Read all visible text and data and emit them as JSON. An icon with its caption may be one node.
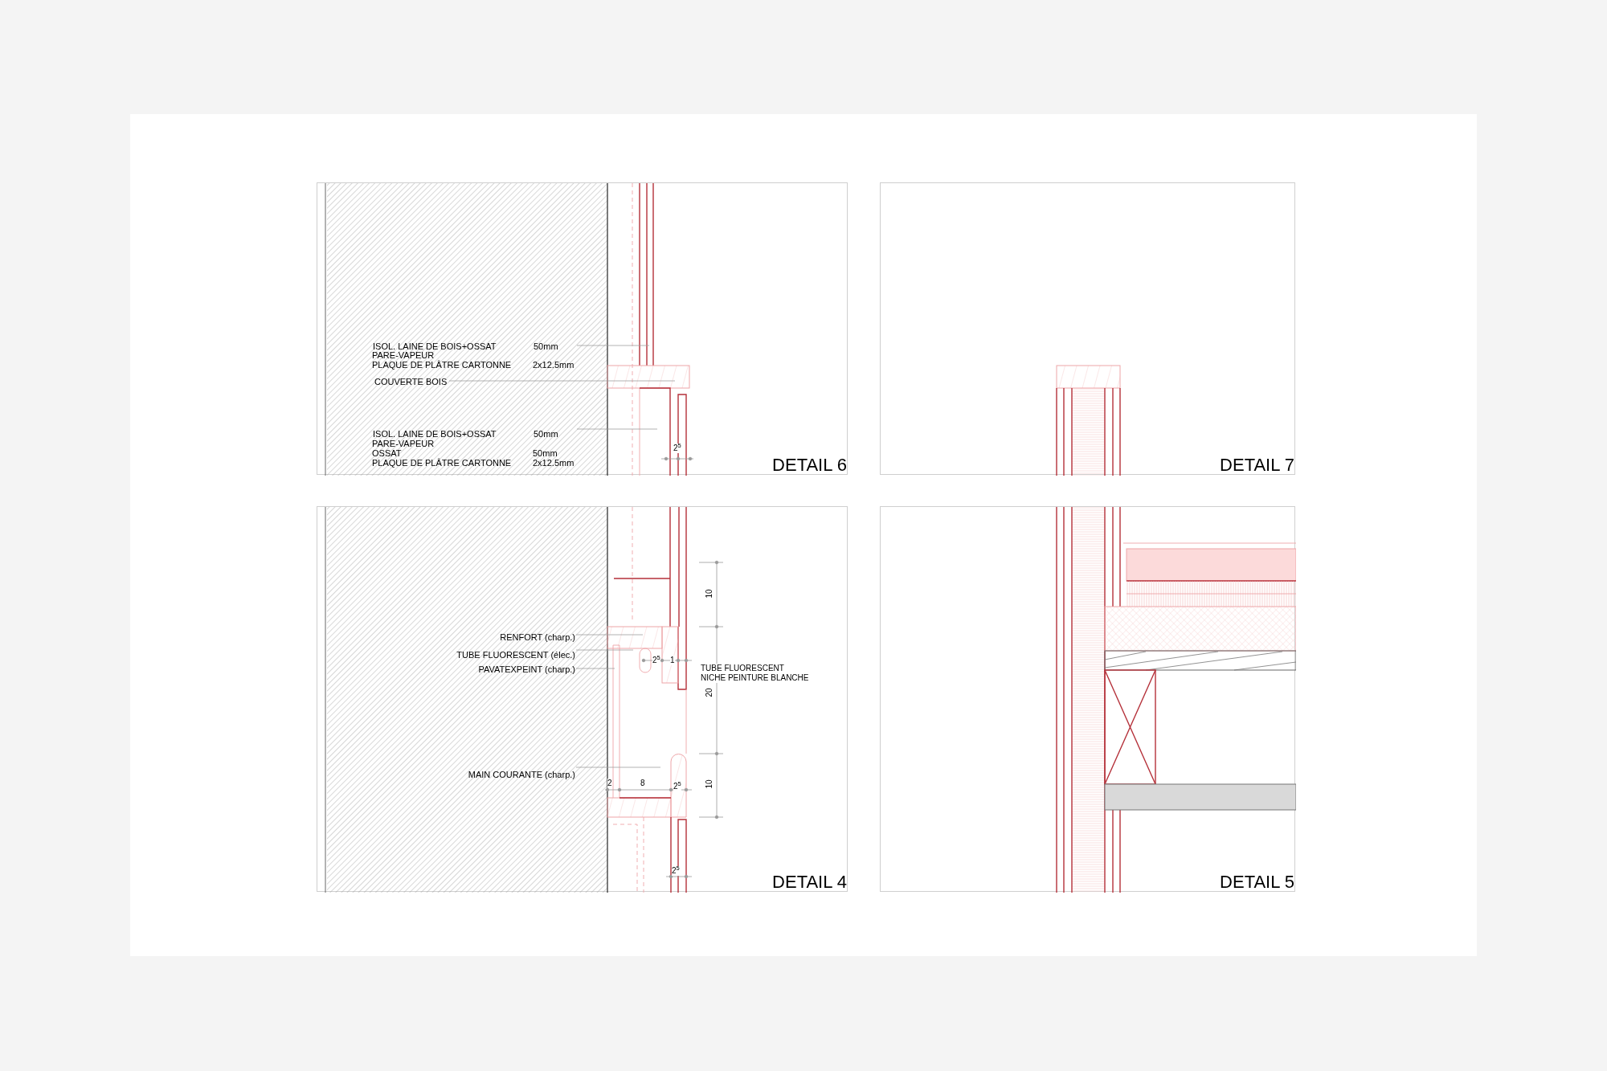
{
  "diagram": {
    "nodes": [
      {
        "text": [
          "DETAIL 6"
        ]
      },
      {
        "text": [
          "ISOL. LAINE DE BOIS+OSSAT",
          "50mm"
        ],
        "in": 0
      },
      {
        "text": [
          "COUVERTE BOIS"
        ],
        "in": 0
      },
      {
        "text": [
          "ISOL. LAINE DE BOIS+OSSAT",
          "50mm"
        ],
        "in": 0
      },
      {
        "text": [
          "DETAIL 7"
        ]
      },
      {
        "text": [
          "DETAIL 4"
        ]
      },
      {
        "text": [
          "RENFORT (charp.)"
        ],
        "in": 5
      },
      {
        "text": [
          "TUBE FLUORESCENT (élec.)"
        ],
        "in": 5
      },
      {
        "text": [
          "PAVATEXPEINT (charp.)"
        ],
        "in": 5
      },
      {
        "text": [
          "MAIN COURANTE (charp.)"
        ],
        "in": 5
      },
      {
        "text": [
          "DETAIL 5"
        ]
      }
    ],
    "edges": [
      {
        "from": 1,
        "to": null,
        "arrow": "none"
      },
      {
        "from": 2,
        "to": null,
        "arrow": "none"
      },
      {
        "from": 3,
        "to": null,
        "arrow": "none"
      },
      {
        "from": 6,
        "to": null,
        "arrow": "none"
      },
      {
        "from": 7,
        "to": null,
        "arrow": "none"
      },
      {
        "from": 8,
        "to": null,
        "arrow": "none"
      },
      {
        "from": 9,
        "to": null,
        "arrow": "none"
      }
    ],
    "labels": [
      "PARE-VAPEUR",
      "PLAQUE DE PLÂTRE CARTONNE",
      "2x12.5mm",
      "PARE-VAPEUR",
      "OSSAT",
      "50mm",
      "PLAQUE DE PLÂTRE CARTONNE",
      "2x12.5mm",
      "2$^{5}$",
      "10",
      "2$^{5}$",
      "1",
      "TUBE FLUORESCENT",
      "NICHE PEINTURE BLANCHE",
      "20",
      "2",
      "8",
      "2$^{5}$",
      "10",
      "2$^{5}$"
    ]
  }
}
